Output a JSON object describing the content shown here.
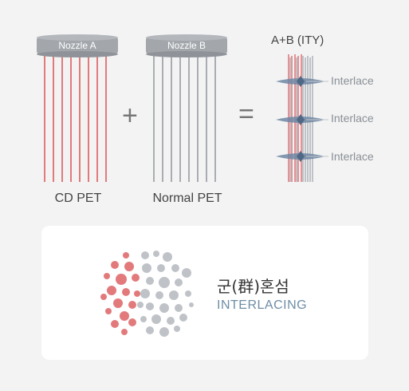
{
  "nozzles": {
    "a_label": "Nozzle A",
    "b_label": "Nozzle B"
  },
  "captions": {
    "cd_pet": "CD PET",
    "normal_pet": "Normal PET",
    "combined": "A+B (ITY)"
  },
  "operators": {
    "plus": "+",
    "equals": "="
  },
  "interlace_labels": [
    "Interlace",
    "Interlace",
    "Interlace"
  ],
  "card": {
    "title": "군(群)혼섬",
    "subtitle": "INTERLACING"
  },
  "colors": {
    "red_fiber": "#e27a7c",
    "gray_fiber": "#a9adb3",
    "nozzle_fill": "#a3a7ac",
    "node_blue": "#6d86a3",
    "dot_red": "#e27a7c",
    "dot_gray": "#bfc3c8"
  },
  "icons": [
    "node-icon",
    "interlacing-cluster-icon"
  ]
}
